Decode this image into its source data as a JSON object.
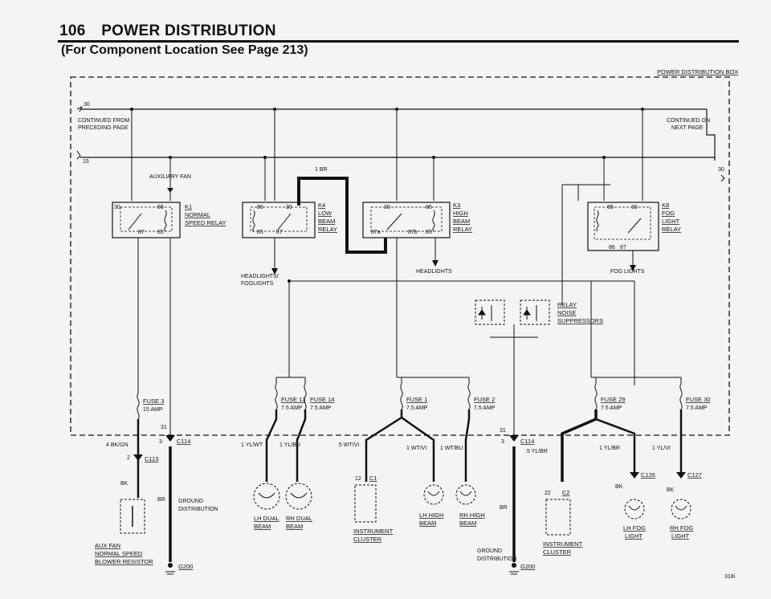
{
  "header": {
    "page_number": "106",
    "title": "POWER DISTRIBUTION",
    "subtitle": "(For Component Location See Page 213)",
    "box_label": "POWER DISTRIBUTION BOX"
  },
  "inputs": {
    "terminal_30": "30",
    "continued_from": "CONTINUED FROM",
    "preceding_page": "PRECEDING PAGE",
    "continued_on": "CONTINUED ON",
    "next_page": "NEXT PAGE",
    "terminal_15": "15",
    "terminal_30_right": "30",
    "wire_1br": "1 BR",
    "auxiliary_fan": "AUXILIARY FAN"
  },
  "relays": {
    "k1": {
      "id": "K1",
      "line1": "NORMAL",
      "line2": "SPEED RELAY",
      "pins": [
        "30",
        "86",
        "87",
        "85"
      ]
    },
    "k4": {
      "id": "K4",
      "line1": "LOW",
      "line2": "BEAM",
      "line3": "RELAY",
      "pins": [
        "86",
        "30",
        "85",
        "87"
      ]
    },
    "k3": {
      "id": "K3",
      "line1": "HIGH",
      "line2": "BEAM",
      "line3": "RELAY",
      "pins": [
        "30",
        "86",
        "87a",
        "87b",
        "85"
      ]
    },
    "k8": {
      "id": "K8",
      "line1": "FOG",
      "line2": "LIGHT",
      "line3": "RELAY",
      "pins": [
        "85",
        "30",
        "86",
        "87"
      ]
    }
  },
  "circuit_labels": {
    "headlights_foglights_1": "HEADLIGHTS/",
    "headlights_foglights_2": "FOGLIGHTS",
    "headlights": "HEADLIGHTS",
    "fog_lights": "FOG LIGHTS",
    "relay_noise_1": "RELAY",
    "relay_noise_2": "NOISE",
    "relay_noise_3": "SUPPRESSORS"
  },
  "fuses": [
    {
      "name": "FUSE 3",
      "rating": "15 AMP"
    },
    {
      "name": "FUSE 13",
      "rating": "7.5 AMP"
    },
    {
      "name": "FUSE 14",
      "rating": "7.5 AMP"
    },
    {
      "name": "FUSE 1",
      "rating": "7.5 AMP"
    },
    {
      "name": "FUSE 2",
      "rating": "7.5 AMP"
    },
    {
      "name": "FUSE 29",
      "rating": "7.5 AMP"
    },
    {
      "name": "FUSE 30",
      "rating": "7.5 AMP"
    }
  ],
  "wires": {
    "w1": "4 BK/GN",
    "w2": "1 YL/WT",
    "w3": "1 YL/BU",
    "w4": ".5 WT/VI",
    "w5": "1 WT/VI",
    "w6": "1 WT/BU",
    "w7": ".5 YL/BR",
    "w8": "1 YL/BR",
    "w9": "1 YL/VI",
    "bk1": "BK",
    "br1": "BR",
    "br2": "BR",
    "bk2": "BK",
    "bk3": "BK"
  },
  "connectors": {
    "c113": "C113",
    "c114a": "C114",
    "c114b": "C114",
    "c1": "C1",
    "c2": "C2",
    "c126": "C126",
    "c127": "C127",
    "pin31a": "31",
    "pin31b": "31",
    "pin3a": "3",
    "pin3b": "3",
    "pin2": "2",
    "pin12": "12",
    "pin22": "22"
  },
  "components": {
    "aux_fan_1": "AUX FAN",
    "aux_fan_2": "NORMAL SPEED",
    "aux_fan_3": "BLOWER RESISTOR",
    "ground_dist_1": "GROUND",
    "ground_dist_2": "DISTRIBUTION",
    "lh_dual_1": "LH DUAL",
    "lh_dual_2": "BEAM",
    "rh_dual_1": "RH DUAL",
    "rh_dual_2": "BEAM",
    "inst_cluster_1": "INSTRUMENT",
    "inst_cluster_2": "CLUSTER",
    "lh_high_1": "LH HIGH",
    "lh_high_2": "BEAM",
    "rh_high_1": "RH HIGH",
    "rh_high_2": "BEAM",
    "ground_dist_b1": "GROUND",
    "ground_dist_b2": "DISTRIBUTION",
    "inst_cluster_b1": "INSTRUMENT",
    "inst_cluster_b2": "CLUSTER",
    "lh_fog_1": "LH FOG",
    "lh_fog_2": "LIGHT",
    "rh_fog_1": "RH FOG",
    "rh_fog_2": "LIGHT",
    "g200": "G200",
    "g200b": "G200"
  },
  "footer": {
    "code": "318i"
  }
}
